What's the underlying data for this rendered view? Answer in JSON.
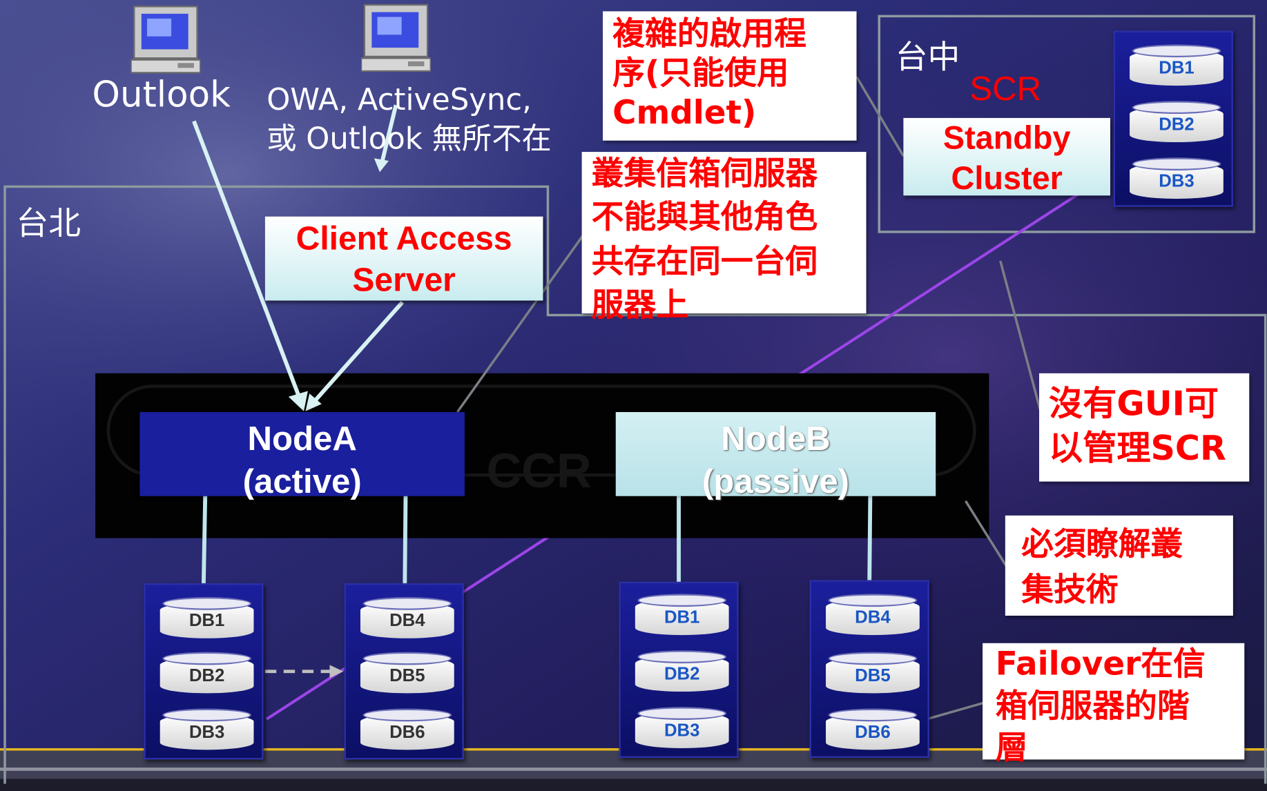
{
  "clients": {
    "outlook_label": "Outlook",
    "owa_line1": "OWA, ActiveSync,",
    "owa_line2": "或 Outlook 無所不在"
  },
  "sites": {
    "taipei": "台北",
    "taichung": "台中"
  },
  "cas": {
    "line1": "Client Access",
    "line2": "Server"
  },
  "ccr_label": "CCR",
  "scr_label": "SCR",
  "standby": {
    "line1": "Standby",
    "line2": "Cluster"
  },
  "nodeA": {
    "line1": "NodeA",
    "line2": "(active)"
  },
  "nodeB": {
    "line1": "NodeB",
    "line2": "(passive)"
  },
  "databases": {
    "nodeA_left": [
      "DB1",
      "DB2",
      "DB3"
    ],
    "nodeA_right": [
      "DB4",
      "DB5",
      "DB6"
    ],
    "nodeB_left": [
      "DB1",
      "DB2",
      "DB3"
    ],
    "nodeB_right": [
      "DB4",
      "DB5",
      "DB6"
    ],
    "standby": [
      "DB1",
      "DB2",
      "DB3"
    ]
  },
  "callouts": {
    "complex": [
      "複雜的啟用程",
      "序(只能使用",
      "Cmdlet)"
    ],
    "coexist": [
      "叢集信箱伺服器",
      "不能與其他角色",
      "共存在同一台伺",
      "服器上"
    ],
    "no_gui": [
      "沒有GUI可",
      "以管理SCR"
    ],
    "cluster_knowledge": [
      "必須瞭解叢",
      "集技術"
    ],
    "failover": [
      "Failover在信",
      "箱伺服器的階",
      "層"
    ]
  },
  "colors": {
    "callout_text": "#ff0000",
    "node_active": "#1a1f9e",
    "node_passive": "#bfe6ec",
    "db_text_dark": "#333333",
    "db_text_blue": "#1a56c4"
  }
}
